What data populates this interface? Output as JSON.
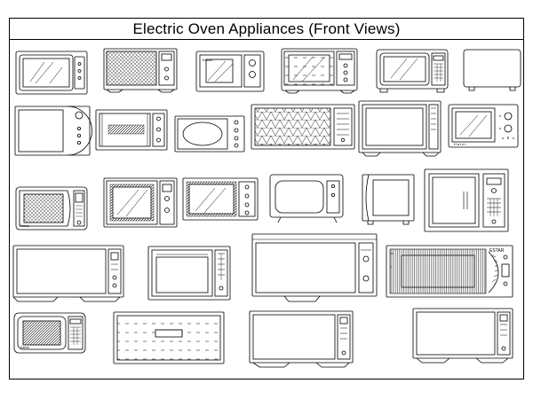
{
  "title": "Electric Oven Appliances (Front Views)",
  "colors": {
    "ink": "#000000",
    "paper": "#ffffff",
    "glass": "#ffffff"
  },
  "labels": {
    "brand_a": "Kaloni",
    "brand_b": "Raloni",
    "brand_c": "Kaloni",
    "brand_d": "Haier",
    "brand_e": "ESTAR"
  },
  "appliances": [
    {
      "id": "tv-style-oven",
      "row": 1
    },
    {
      "id": "mesh-oven",
      "row": 1
    },
    {
      "id": "brand-oven-small",
      "row": 1
    },
    {
      "id": "grid-door-oven",
      "row": 1
    },
    {
      "id": "silver-oven",
      "row": 1
    },
    {
      "id": "plain-oven",
      "row": 1
    },
    {
      "id": "round-dial-oven",
      "row": 2
    },
    {
      "id": "crate-oven",
      "row": 2
    },
    {
      "id": "oval-window-oven",
      "row": 2
    },
    {
      "id": "triangle-mesh-oven",
      "row": 2
    },
    {
      "id": "wide-door-oven",
      "row": 2
    },
    {
      "id": "haier-dial-oven",
      "row": 2
    },
    {
      "id": "curved-oven",
      "row": 3
    },
    {
      "id": "glass-door-oven",
      "row": 3
    },
    {
      "id": "long-glass-oven",
      "row": 3
    },
    {
      "id": "tv-legs-oven",
      "row": 3
    },
    {
      "id": "cube-oven",
      "row": 3
    },
    {
      "id": "panel-oven",
      "row": 3
    },
    {
      "id": "wide-base-oven",
      "row": 4
    },
    {
      "id": "mid-oven",
      "row": 4
    },
    {
      "id": "big-knob-oven",
      "row": 4
    },
    {
      "id": "estar-oven",
      "row": 4
    },
    {
      "id": "dark-glass-oven",
      "row": 5
    },
    {
      "id": "long-tray-oven",
      "row": 5
    },
    {
      "id": "stand-oven",
      "row": 5
    },
    {
      "id": "wide-stand-oven",
      "row": 5
    }
  ]
}
